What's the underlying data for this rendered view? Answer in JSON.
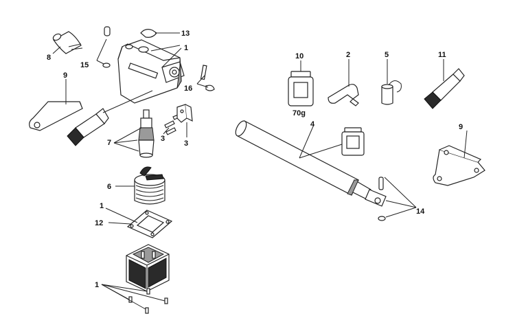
{
  "diagram": {
    "labels": {
      "l13": "13",
      "l1_top": "1",
      "l8": "8",
      "l15": "15",
      "l16": "16",
      "l9_left": "9",
      "l7": "7",
      "l3_a": "3",
      "l3_b": "3",
      "l6": "6",
      "l1_mid": "1",
      "l12": "12",
      "l1_bottom": "1",
      "l10": "10",
      "l10_weight": "70g",
      "l2": "2",
      "l5": "5",
      "l11": "11",
      "l4": "4",
      "l9_right": "9",
      "l14": "14"
    }
  }
}
